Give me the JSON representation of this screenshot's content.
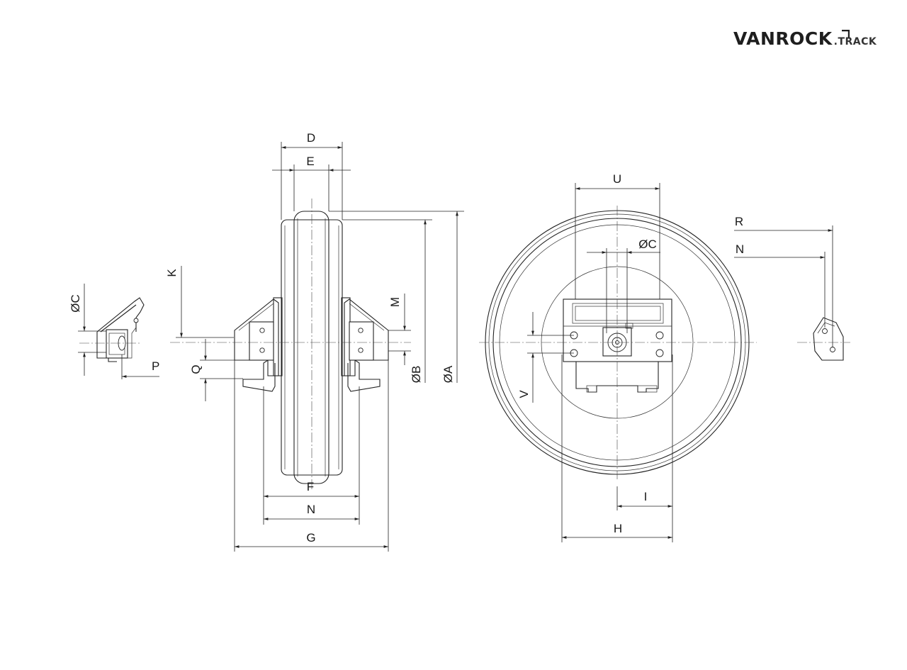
{
  "logo": {
    "brand": "VANROCK",
    "suffix": ".TRACK"
  },
  "labels": {
    "D": "D",
    "E": "E",
    "K": "K",
    "M": "M",
    "B": "ØB",
    "A": "ØA",
    "F": "F",
    "N_front": "N",
    "G": "G",
    "Q": "Q",
    "P": "P",
    "C_small": "ØC",
    "U": "U",
    "C_side": "ØC",
    "V": "V",
    "I": "I",
    "H": "H",
    "R": "R",
    "N_side": "N"
  }
}
